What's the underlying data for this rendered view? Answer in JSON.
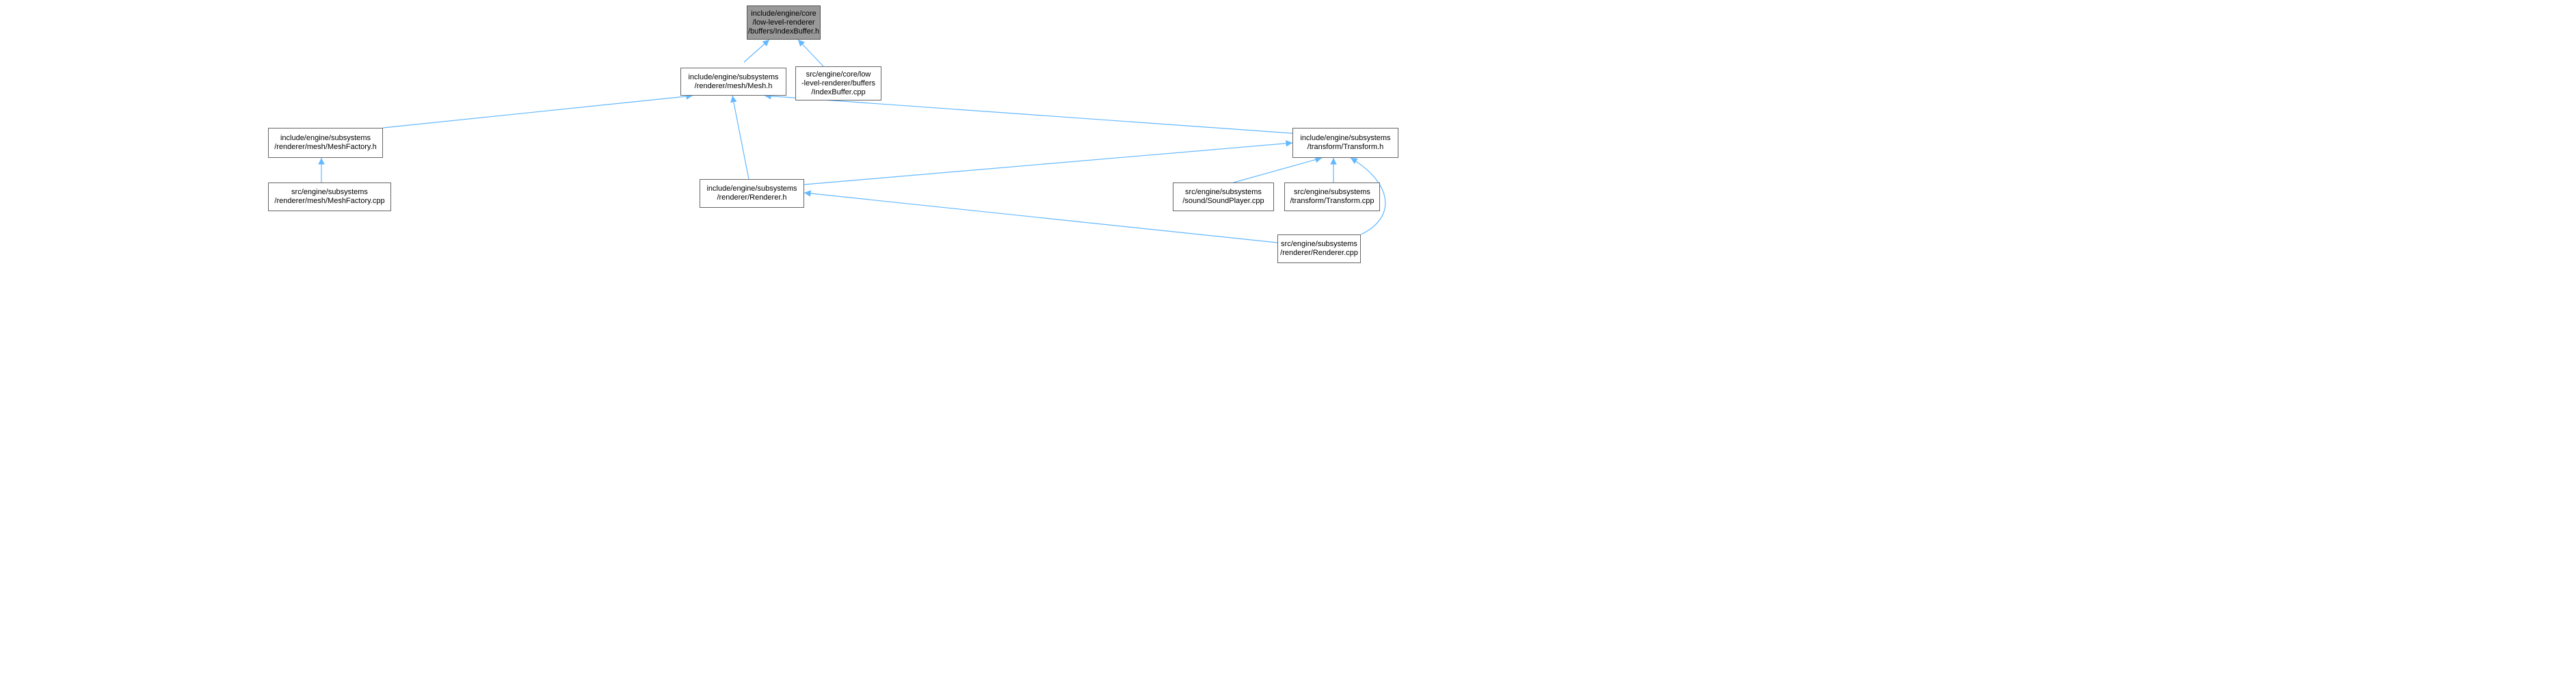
{
  "nodes": {
    "indexbuffer_h": [
      "include/engine/core",
      "/low-level-renderer",
      "/buffers/IndexBuffer.h"
    ],
    "mesh_h": [
      "include/engine/subsystems",
      "/renderer/mesh/Mesh.h"
    ],
    "indexbuffer_cpp": [
      "src/engine/core/low",
      "-level-renderer/buffers",
      "/IndexBuffer.cpp"
    ],
    "meshfactory_h": [
      "include/engine/subsystems",
      "/renderer/mesh/MeshFactory.h"
    ],
    "transform_h": [
      "include/engine/subsystems",
      "/transform/Transform.h"
    ],
    "meshfactory_cpp": [
      "src/engine/subsystems",
      "/renderer/mesh/MeshFactory.cpp"
    ],
    "renderer_h": [
      "include/engine/subsystems",
      "/renderer/Renderer.h"
    ],
    "soundplayer_cpp": [
      "src/engine/subsystems",
      "/sound/SoundPlayer.cpp"
    ],
    "transform_cpp": [
      "src/engine/subsystems",
      "/transform/Transform.cpp"
    ],
    "renderer_cpp": [
      "src/engine/subsystems",
      "/renderer/Renderer.cpp"
    ]
  }
}
